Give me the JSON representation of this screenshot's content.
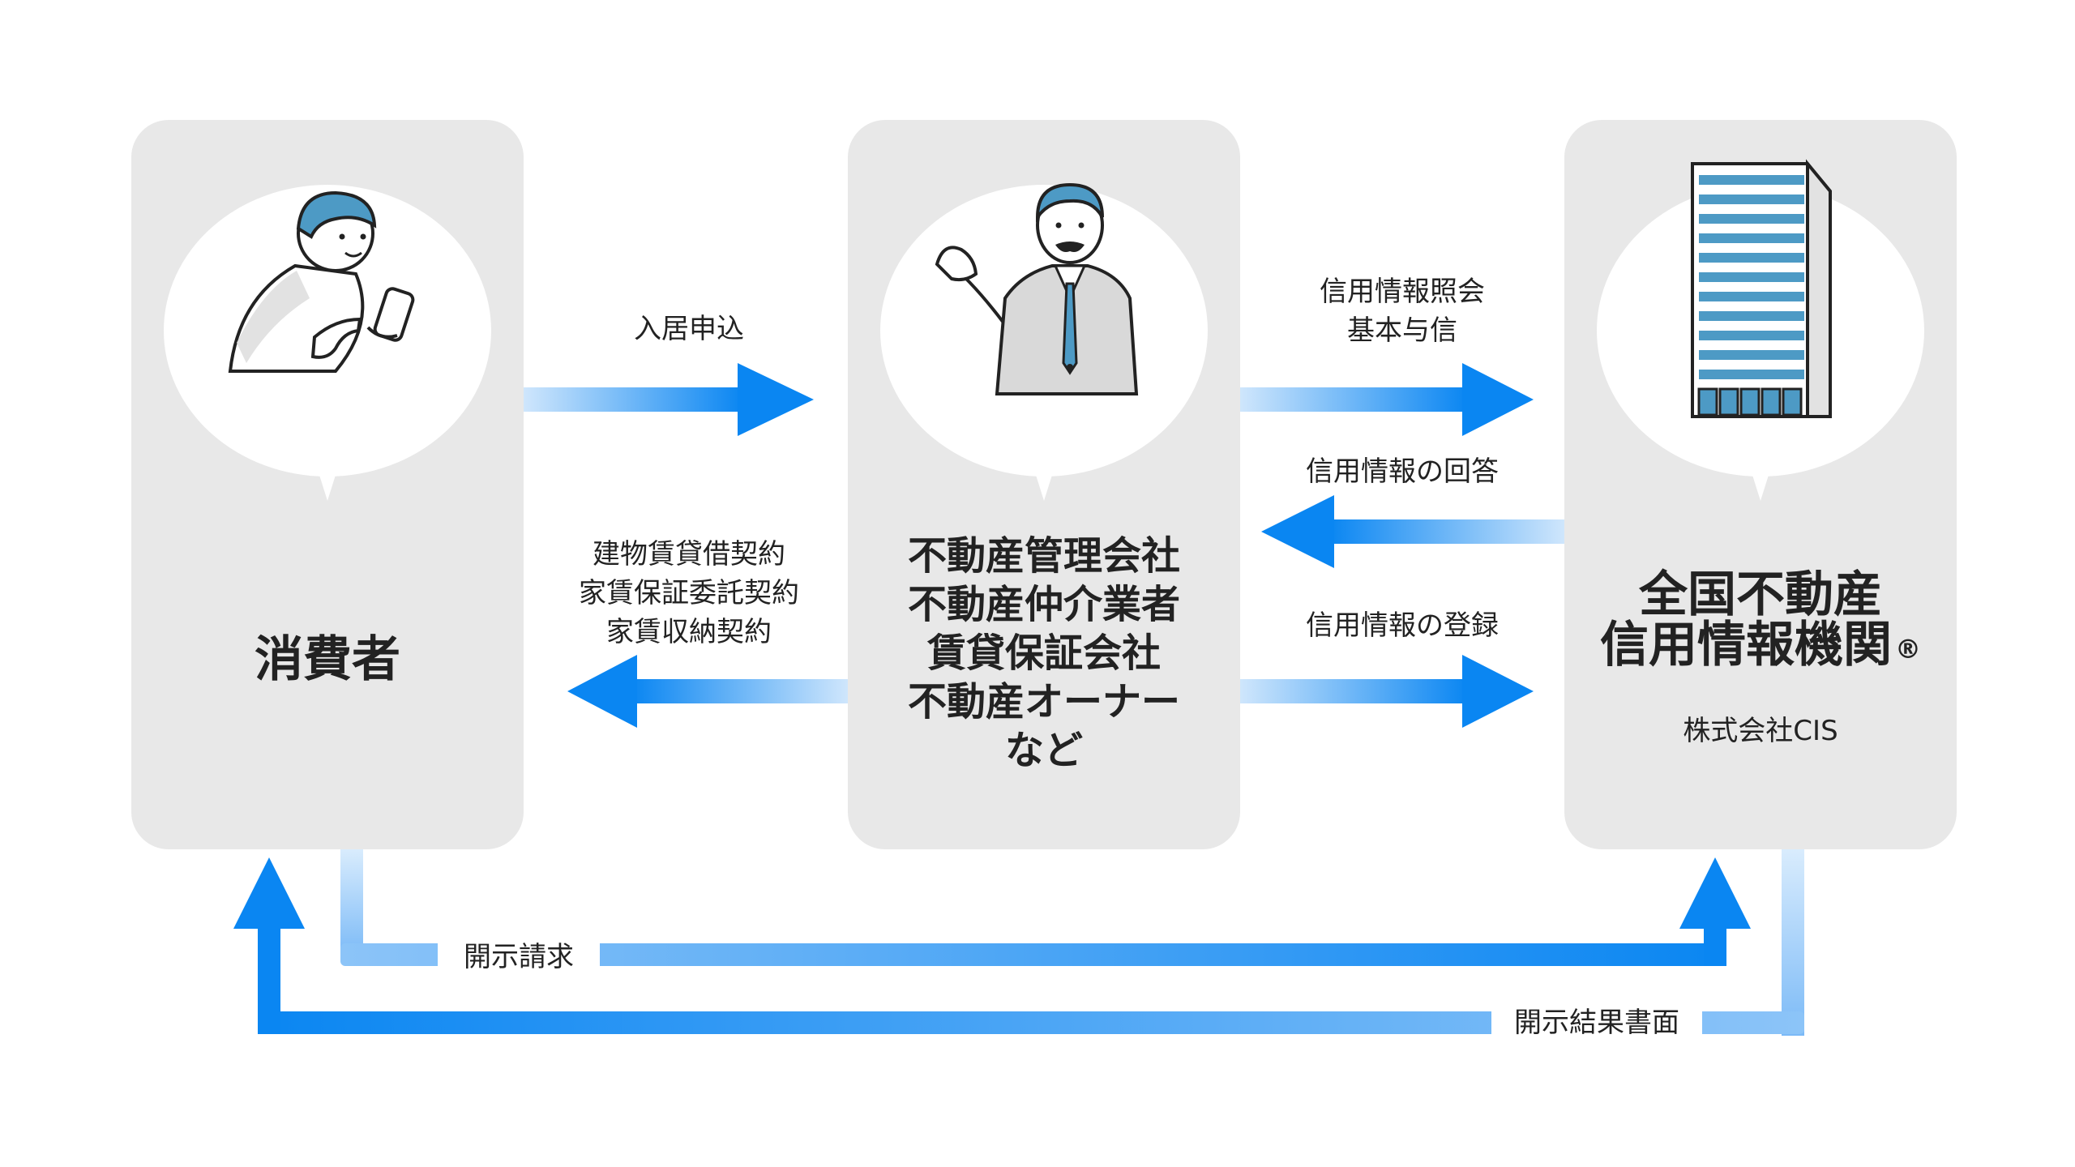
{
  "consumer": {
    "name": "消費者",
    "illustration": "person-with-smartphone-icon"
  },
  "agent": {
    "lines": "不動産管理会社\n不動産仲介業者\n賃貸保証会社\n不動産オーナー\nなど",
    "illustration": "businessman-icon"
  },
  "cis": {
    "name": "全国不動産\n信用情報機関",
    "registered_mark": "®",
    "company": "株式会社CIS",
    "illustration": "office-building-icon"
  },
  "flows": {
    "apply": "入居申込",
    "contracts": "建物賃貸借契約\n家賃保証委託契約\n家賃収納契約",
    "inquiry": "信用情報照会\n基本与信",
    "answer": "信用情報の回答",
    "register": "信用情報の登録",
    "disclosure_request": "開示請求",
    "disclosure_result": "開示結果書面"
  },
  "colors": {
    "arrow": "#0a86f2",
    "arrow_light": "#cfe6fc",
    "panel": "#e8e8e8",
    "figure_blue": "#4d9ac5"
  }
}
